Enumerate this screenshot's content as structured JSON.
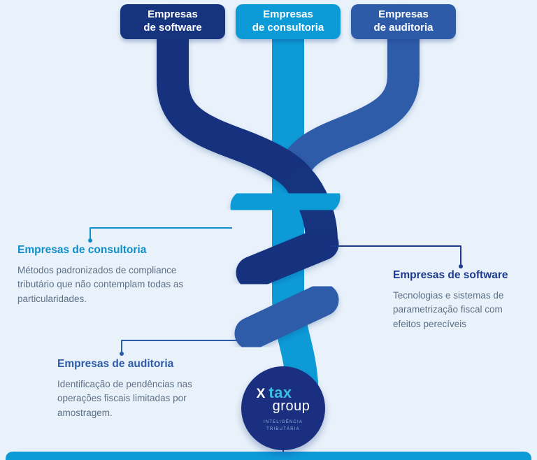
{
  "background": "#e9f2fb",
  "colors": {
    "software_navy": "#16337e",
    "consultoria_blue": "#0d9bd7",
    "auditoria_blue": "#2e5ba8",
    "body_text": "#5d7086",
    "logo_circle": "#1a2f80",
    "logo_accent": "#3bbfdc",
    "bottom_bar": "#0d9bd7"
  },
  "top_buttons": [
    {
      "id": "software",
      "lines": [
        "Empresas",
        "de software"
      ]
    },
    {
      "id": "consultoria",
      "lines": [
        "Empresas",
        "de consultoria"
      ]
    },
    {
      "id": "auditoria",
      "lines": [
        "Empresas",
        "de auditoria"
      ]
    }
  ],
  "callouts": {
    "consultoria": {
      "title": "Empresas de consultoria",
      "body": "Métodos padronizados de compliance tributário que não contemplam todas as particularidades."
    },
    "software": {
      "title": "Empresas de software",
      "body": "Tecnologias e sistemas de parametrização fiscal com efeitos perecíveis"
    },
    "auditoria": {
      "title": "Empresas de auditoria",
      "body": "Identificação de pendências nas operações fiscais limitadas por amostragem."
    }
  },
  "logo": {
    "mark": "X",
    "name_bold": "tax",
    "name_light": "group",
    "tagline_line1": "INTELIGÊNCIA",
    "tagline_line2": "TRIBUTÁRIA"
  }
}
